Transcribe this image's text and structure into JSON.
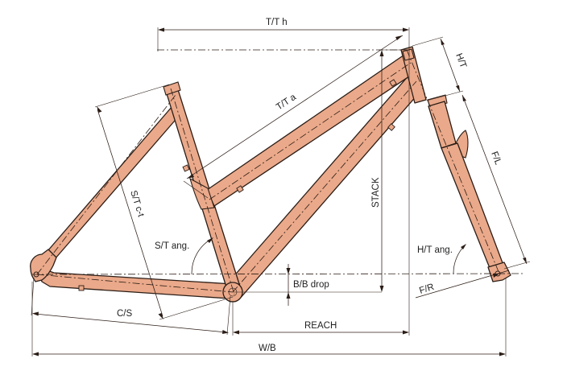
{
  "labels": {
    "top_tube_horizontal": "T/T h",
    "top_tube_actual": "T/T a",
    "head_tube": "H/T",
    "fork_length": "F/L",
    "stack": "STACK",
    "seat_tube_ct": "S/T c-t",
    "seat_tube_angle": "S/T ang.",
    "head_tube_angle": "H/T ang.",
    "bb_drop": "B/B drop",
    "fork_rake": "F/R",
    "chainstay": "C/S",
    "reach": "REACH",
    "wheelbase": "W/B"
  },
  "colors": {
    "frame_fill": "#eaa98a",
    "outline": "#2b1d16",
    "background": "#ffffff"
  }
}
